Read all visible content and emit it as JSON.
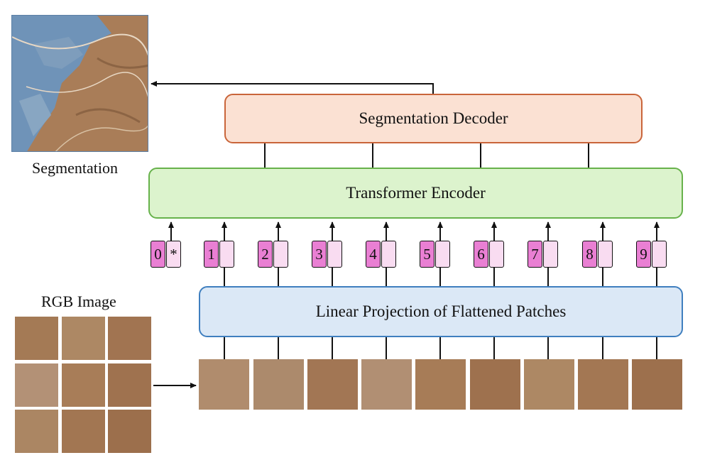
{
  "blocks": {
    "decoder": "Segmentation Decoder",
    "encoder": "Transformer Encoder",
    "linear": "Linear Projection of Flattened Patches"
  },
  "captions": {
    "segmentation": "Segmentation",
    "rgb_image": "RGB Image"
  },
  "tokens": [
    {
      "num": "0",
      "emb": "*"
    },
    {
      "num": "1",
      "emb": ""
    },
    {
      "num": "2",
      "emb": ""
    },
    {
      "num": "3",
      "emb": ""
    },
    {
      "num": "4",
      "emb": ""
    },
    {
      "num": "5",
      "emb": ""
    },
    {
      "num": "6",
      "emb": ""
    },
    {
      "num": "7",
      "emb": ""
    },
    {
      "num": "8",
      "emb": ""
    },
    {
      "num": "9",
      "emb": ""
    }
  ],
  "colors": {
    "decoder_fill": "#fbe1d3",
    "decoder_border": "#c9653a",
    "encoder_fill": "#dcf3cd",
    "encoder_border": "#67b24b",
    "linear_fill": "#dbe8f6",
    "linear_border": "#3f7fbf",
    "token_position": "#e97fd3",
    "token_embedding": "#f9dcf1",
    "terrain": "#a47a55",
    "water_mask": "#6f93b8"
  }
}
